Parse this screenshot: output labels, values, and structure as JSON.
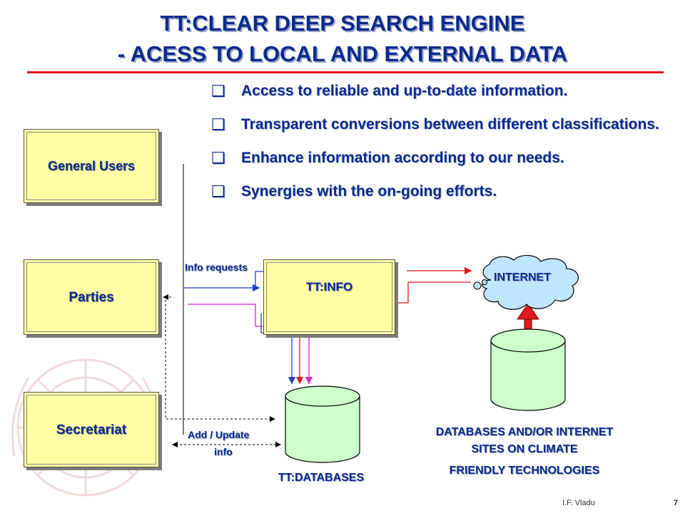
{
  "title": {
    "line1": "TT:CLEAR DEEP SEARCH ENGINE",
    "line2": "- ACESS TO LOCAL AND EXTERNAL DATA"
  },
  "bullets": [
    "Access to reliable and up-to-date information.",
    "Transparent conversions between different classifications.",
    "Enhance information according to our needs.",
    "Synergies with the on-going efforts."
  ],
  "bullet_icon": "checkbox-bullet-icon",
  "boxes": {
    "general_users": "General Users",
    "parties": "Parties",
    "secretariat": "Secretariat",
    "tt_info": "TT:INFO"
  },
  "labels": {
    "info_requests": "Info requests",
    "add_update": "Add / Update",
    "info": "info",
    "internet": "INTERNET",
    "tt_databases": "TT:DATABASES",
    "ext_db_line1": "DATABASES AND/OR INTERNET",
    "ext_db_line2": "SITES ON CLIMATE",
    "ext_db_line3": "FRIENDLY TECHNOLOGIES"
  },
  "footer": {
    "author": "I.F. Vladu",
    "page": "7"
  },
  "colors": {
    "title_text": "#0a2a8c",
    "title_rule": "#e0181f",
    "box_fill": "#ffffa3",
    "db_fill": "#ccffcc",
    "cloud_fill": "#bfe6ff",
    "arrow_blue": "#1f3fd0",
    "arrow_red": "#e0181f",
    "arrow_magenta": "#e020e0"
  }
}
